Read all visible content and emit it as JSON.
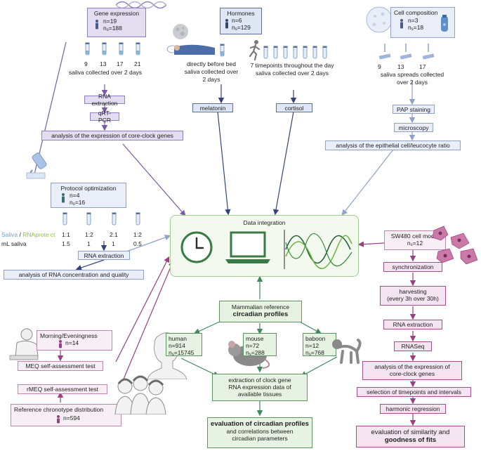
{
  "gene_expression": {
    "title": "Gene expression",
    "n": "n=19",
    "ns": "188",
    "times": [
      "9",
      "13",
      "17",
      "21"
    ],
    "caption": "saliva collected over 2 days",
    "steps": [
      "RNA extraction",
      "qRT-PCR"
    ],
    "analysis": "analysis of the expression of core-clock genes"
  },
  "hormones": {
    "title": "Hormones",
    "n": "n=6",
    "ns": "129",
    "bed_caption_1": "directly before bed",
    "bed_caption_2": "saliva collected over",
    "bed_caption_3": "2 days",
    "day_caption_1": "7 timepoints throughout the day",
    "day_caption_2": "saliva collected over 2 days",
    "melatonin": "melatonin",
    "cortisol": "cortisol"
  },
  "cell_composition": {
    "title": "Cell composition",
    "n": "n=3",
    "ns": "18",
    "times": [
      "9",
      "13",
      "17"
    ],
    "caption_1": "saliva spreads collected",
    "caption_2": "over 2 days",
    "steps": [
      "PAP staining",
      "microscopy"
    ],
    "analysis": "analysis of the epithelial cell/leucocyte ratio"
  },
  "protocol": {
    "title": "Protocol optimization",
    "n": "n=4",
    "ns": "16",
    "saliva_word": "Saliva",
    "slash": " / ",
    "rnaprotect_word": "RNAprote ct",
    "ml_label": "mL saliva",
    "ratios": [
      "1:1",
      "1:2",
      "2:1",
      "1:2"
    ],
    "volumes": [
      "1.5",
      "1",
      "1",
      "0.5"
    ],
    "extraction": "RNA extraction",
    "analysis": "analysis of RNA concentration and quality"
  },
  "integration": {
    "title": "Data integration"
  },
  "sw480": {
    "title": "SW480 cell model",
    "n_prefix": "n",
    "n_sub": "s",
    "n_value": "=12",
    "steps": [
      "synchronization",
      "harvesting",
      "(every 3h over 30h)",
      "RNA extraction",
      "RNASeq",
      "analysis of the expression of",
      "core-clock genes",
      "selection of timepoints and intervals",
      "harmonic regression"
    ],
    "final_1": "evaluation of similarity and",
    "final_2": "goodness of fits"
  },
  "reference": {
    "title_1": "Mammalian reference",
    "title_2": "circadian profiles",
    "human": {
      "name": "human",
      "n": "n=914",
      "ns": "=15745"
    },
    "mouse": {
      "name": "mouse",
      "n": "n=72",
      "ns": "=288"
    },
    "baboon": {
      "name": "baboon",
      "n": "n=12",
      "ns": "=768"
    },
    "extraction_1": "extraction of clock gene",
    "extraction_2": "RNA expression data of",
    "extraction_3": "available tissues",
    "eval_1": "evaluation of circadian profiles",
    "eval_2": "and correlations between",
    "eval_3": "circadian parameters"
  },
  "chronotype": {
    "title": "Morning/Eveningness",
    "n": "n=14",
    "meq": "MEQ self-assessment test",
    "rmeq": "rMEQ self-assessment test",
    "ref_title": "Reference chronotype distribution",
    "ref_n": "n=594"
  },
  "colors": {
    "purple": "#7b5aa6",
    "navy": "#34447a",
    "steel": "#8fa1c7",
    "green": "#3d8a5a",
    "magenta": "#9a3f7f",
    "saliva": "#6a9fd8",
    "rnaprotect": "#8cc63f"
  }
}
